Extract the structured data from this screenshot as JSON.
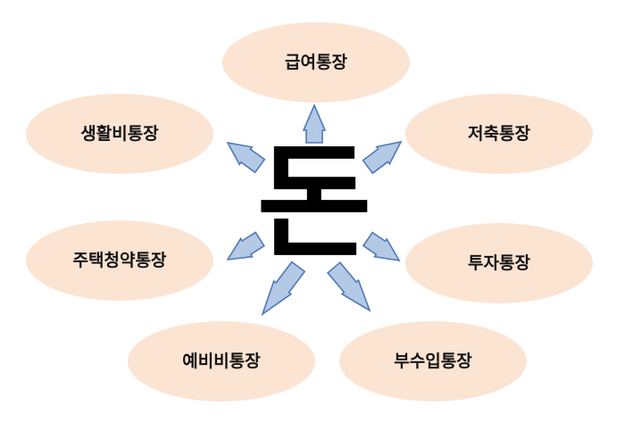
{
  "diagram": {
    "center": {
      "label": "돈"
    },
    "nodes": [
      {
        "id": "salary",
        "label": "급여통장"
      },
      {
        "id": "savings",
        "label": "저축통장"
      },
      {
        "id": "investment",
        "label": "투자통장"
      },
      {
        "id": "side-income",
        "label": "부수입통장"
      },
      {
        "id": "reserve",
        "label": "예비비통장"
      },
      {
        "id": "housing-subscription",
        "label": "주택청약통장"
      },
      {
        "id": "living-expense",
        "label": "생활비통장"
      }
    ]
  },
  "colors": {
    "node_fill": "#fce4d3",
    "arrow_fill": "#b3c9e6",
    "arrow_stroke": "#4f79b8",
    "text": "#111111"
  }
}
